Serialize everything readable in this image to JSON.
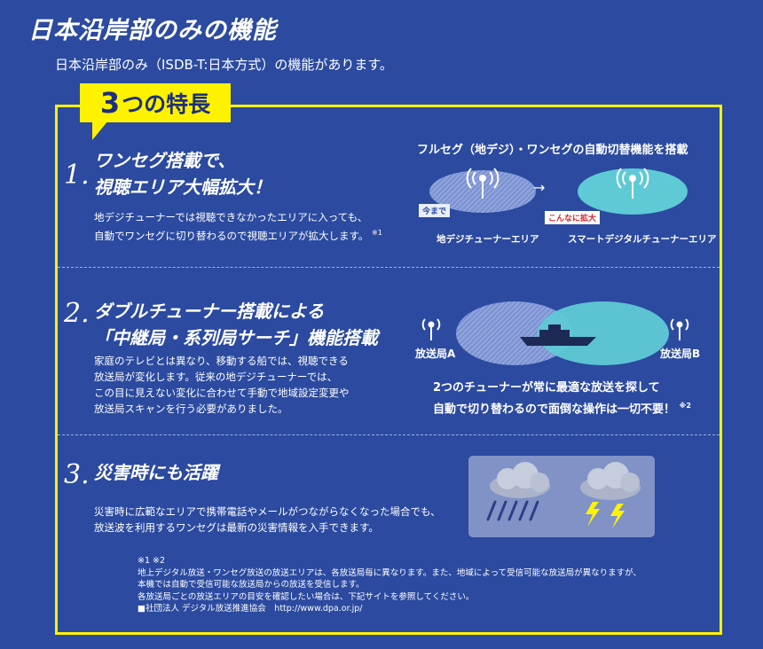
{
  "header": {
    "title": "日本沿岸部のみの機能",
    "subtitle": "日本沿岸部のみ（ISDB-T:日本方式）の機能があります。"
  },
  "badge": {
    "number": "3",
    "text": "つの特長"
  },
  "features": [
    {
      "num": "1.",
      "title_line1": "ワンセグ搭載で、",
      "title_line2": "視聴エリア大幅拡大！",
      "desc_line1": "地デジチューナーでは視聴できなかったエリアに入っても、",
      "desc_line2": "自動でワンセグに切り替わるので視聴エリアが拡大します。",
      "note": "※1",
      "diagram": {
        "caption": "フルセグ（地デジ）・ワンセグの自動切替機能を搭載",
        "tag_before": "今まで",
        "tag_after": "こんなに拡大",
        "label_left": "地デジチューナーエリア",
        "label_right": "スマートデジタルチューナーエリア",
        "arrow": "→"
      }
    },
    {
      "num": "2.",
      "title_line1": "ダブルチューナー搭載による",
      "title_line2": "「中継局・系列局サーチ」機能搭載",
      "desc_lines": [
        "家庭のテレビとは異なり、移動する船では、視聴できる",
        "放送局が変化します。従来の地デジチューナーでは、",
        "この目に見えない変化に合わせて手動で地域設定変更や",
        "放送局スキャンを行う必要がありました。"
      ],
      "diagram": {
        "station_a": "放送局A",
        "station_b": "放送局B",
        "caption_line1": "2つのチューナーが常に最適な放送を探して",
        "caption_line2": "自動で切り替わるので面倒な操作は一切不要！",
        "note": "※2"
      }
    },
    {
      "num": "3.",
      "title_line1": "災害時にも活躍",
      "desc_line1": "災害時に広範なエリアで携帯電話やメールがつながらなくなった場合でも、",
      "desc_line2": "放送波を利用するワンセグは最新の災害情報を入手できます。"
    }
  ],
  "footnote": {
    "lines": [
      "※1 ※2",
      "地上デジタル放送・ワンセグ放送の放送エリアは、各放送局毎に異なります。また、地域によって受信可能な放送局が異なりますが、",
      "本機では自動で受信可能な放送局からの放送を受信します。",
      "各放送局ごとの放送エリアの目安を確認したい場合は、下記サイトを参照してください。",
      "■社団法人 デジタル放送推進協会　http://www.dpa.or.jp/"
    ]
  },
  "colors": {
    "background": "#2b4aa0",
    "frame": "#fff200",
    "area_old": "#7f97d8",
    "area_new": "#5fc9d6",
    "tag_red": "#d7262a"
  }
}
